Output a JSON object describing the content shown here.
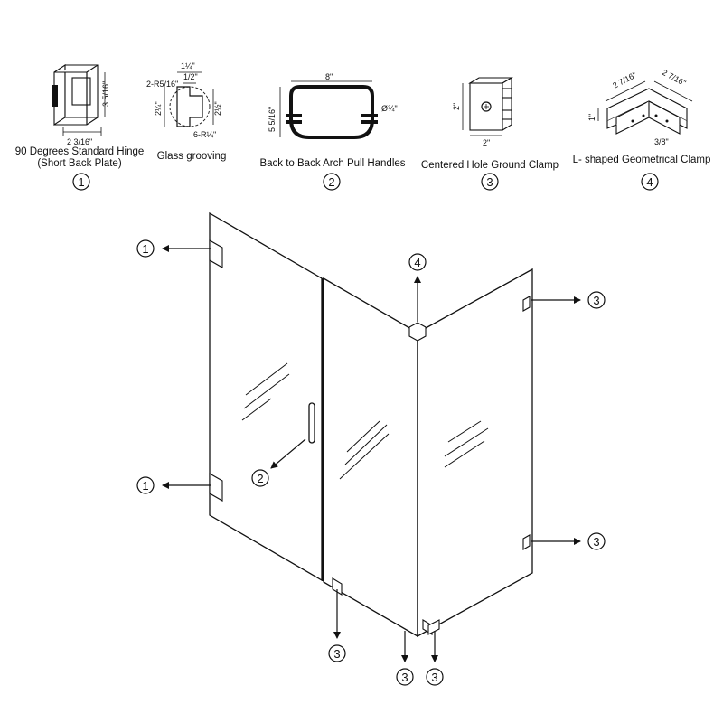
{
  "components": [
    {
      "number": "1",
      "name": "90 Degrees Standard Hinge",
      "subname": "(Short Back Plate)",
      "dims": [
        "2 3/16\"",
        "3 5/16\""
      ]
    },
    {
      "number": "",
      "name": "Glass grooving",
      "subname": "",
      "dims": [
        "1¼\"",
        "1/2\"",
        "2-R5/16\"",
        "2¼\"",
        "2½\"",
        "6-R¼\""
      ]
    },
    {
      "number": "2",
      "name": "Back to Back Arch Pull Handles",
      "subname": "",
      "dims": [
        "8\"",
        "5 5/16\"",
        "Ø¾\""
      ]
    },
    {
      "number": "3",
      "name": "Centered Hole Ground Clamp",
      "subname": "",
      "dims": [
        "2\"",
        "2\""
      ]
    },
    {
      "number": "4",
      "name": "L- shaped Geometrical Clamp",
      "subname": "",
      "dims": [
        "2 7/16\"",
        "2 7/16\"",
        "1\"",
        "3/8\""
      ]
    }
  ],
  "callouts": {
    "hinge_top": "1",
    "hinge_bottom": "1",
    "handle": "2",
    "top_clamp": "4",
    "right_clamp_top": "3",
    "right_clamp_bottom": "3",
    "bottom_clamp_left": "3",
    "bottom_clamp_mid": "3",
    "bottom_clamp_right": "3"
  }
}
